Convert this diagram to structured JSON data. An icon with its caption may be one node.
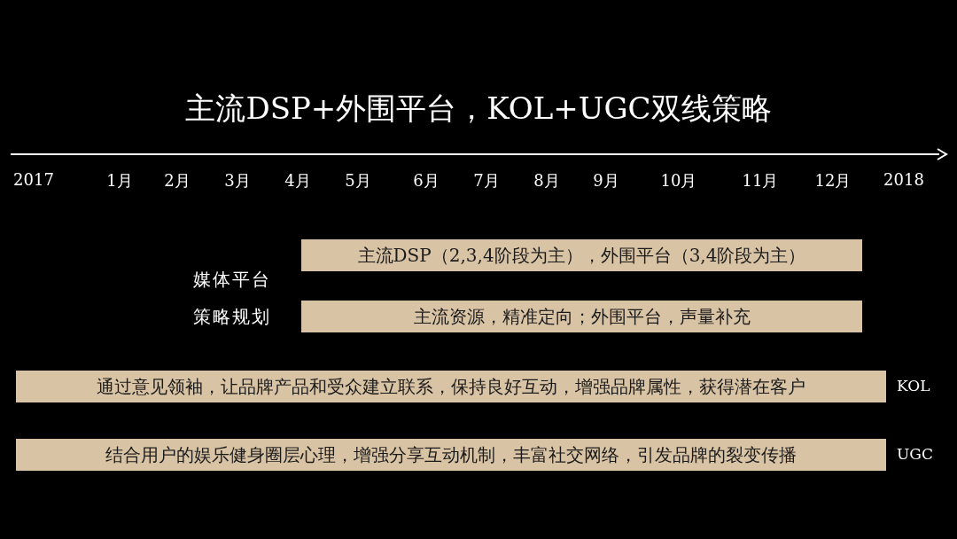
{
  "diagram": {
    "title": "主流DSP+外围平台，KOL+UGC双线策略",
    "nodes": [
      {
        "text": [
          "主流DSP（2,3,4阶段为主），外围平台（3,4阶段为主）"
        ]
      },
      {
        "text": [
          "主流资源，精准定向；外围平台，声量补充"
        ]
      },
      {
        "text": [
          "通过意见领袖，让品牌产品和受众建立联系，保持良好互动，增强品牌属性，获得潜在客户"
        ],
        "beside": [
          "KOL"
        ]
      },
      {
        "text": [
          "结合用户的娱乐健身圈层心理，增强分享互动机制，丰富社交网络，引发品牌的裂变传播"
        ],
        "beside": [
          "UGC"
        ]
      }
    ],
    "labels": [
      "2017",
      "1月",
      "2月",
      "3月",
      "4月",
      "5月",
      "6月",
      "7月",
      "8月",
      "9月",
      "10月",
      "11月",
      "12月",
      "2018",
      "媒体平台策略规划"
    ]
  }
}
